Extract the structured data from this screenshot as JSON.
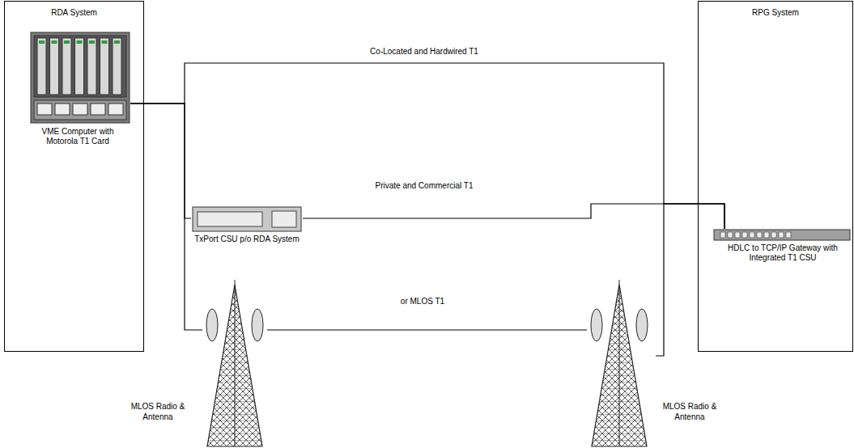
{
  "diagram": {
    "nodes": [
      {
        "text": [
          "RDA System"
        ]
      },
      {
        "text": [
          "VME Computer with Motorola T1 Card"
        ],
        "in": 0
      },
      {
        "text": [
          "TxPort CSU p/o RDA System"
        ]
      },
      {
        "text": [
          "RPG System"
        ]
      },
      {
        "text": [
          "HDLC to TCP/IP Gateway with Integrated T1 CSU"
        ],
        "in": 3
      },
      {
        "text": [
          "MLOS Radio & Antenna"
        ]
      },
      {
        "text": [
          "MLOS Radio & Antenna"
        ]
      }
    ],
    "edges": [
      {
        "from": 1,
        "to": 4,
        "label": "Co-Located and Hardwired T1",
        "arrow": "none"
      },
      {
        "from": 1,
        "to": 2,
        "arrow": "none"
      },
      {
        "from": 2,
        "to": 4,
        "label": "Private and Commercial T1",
        "arrow": "none"
      },
      {
        "from": 1,
        "to": 5,
        "arrow": "none"
      },
      {
        "from": 5,
        "to": 6,
        "label": "or MLOS T1",
        "arrow": "none"
      },
      {
        "from": 6,
        "to": 4,
        "arrow": "none"
      }
    ]
  }
}
